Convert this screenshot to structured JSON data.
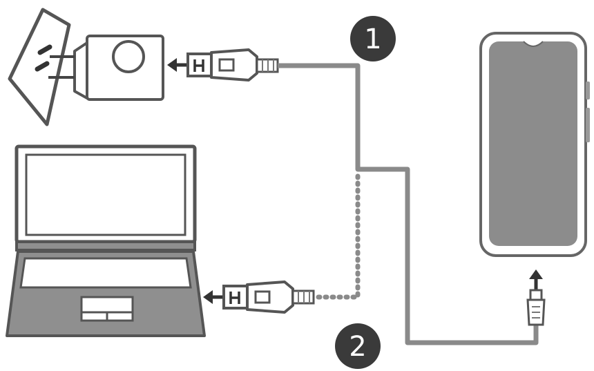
{
  "steps": [
    {
      "label": "1",
      "meaning": "charge-from-wall-adapter"
    },
    {
      "label": "2",
      "meaning": "charge-from-computer"
    }
  ],
  "devices": {
    "wall_outlet": "wall-outlet-icon",
    "charger": "usb-wall-charger-icon",
    "laptop": "laptop-icon",
    "phone": "smartphone-icon",
    "cable": "usb-cable-icon"
  },
  "colors": {
    "outline": "#555555",
    "cable": "#8a8a8a",
    "fill_light": "#ffffff",
    "fill_grey": "#8f8f8f",
    "screen_grey": "#8c8c8c",
    "badge": "#3a3a3a",
    "arrow": "#333333"
  }
}
